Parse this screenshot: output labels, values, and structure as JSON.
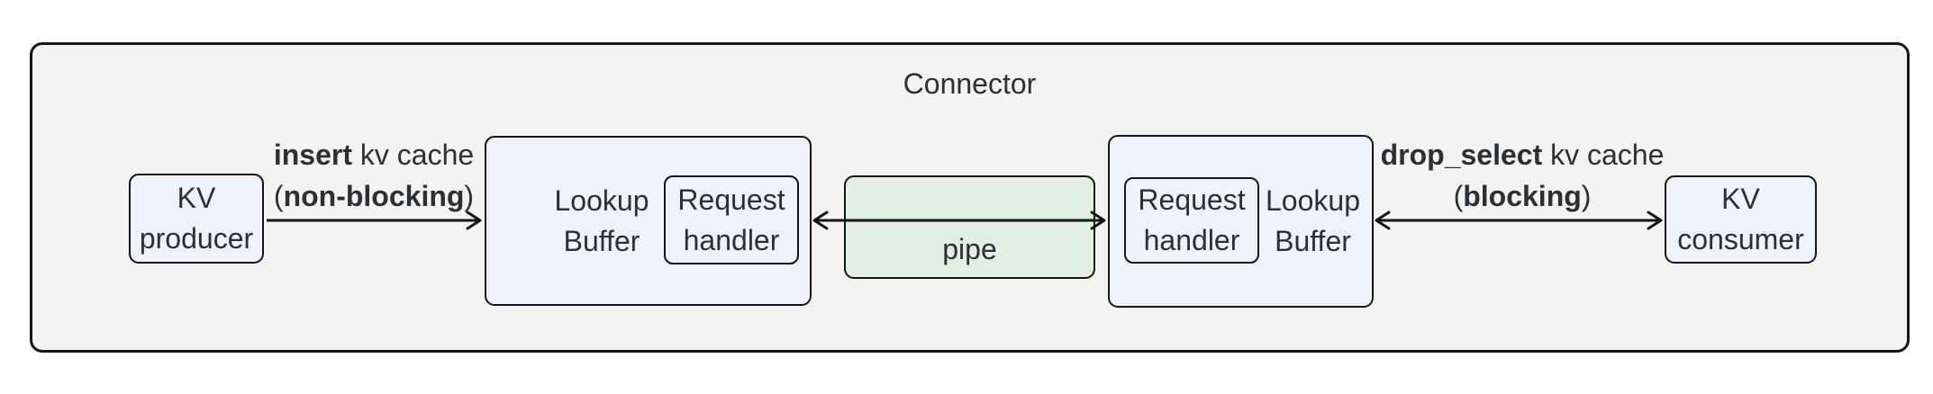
{
  "diagram": {
    "title": "Connector",
    "nodes": {
      "kv_producer": {
        "line1": "KV",
        "line2": "producer"
      },
      "lookup_buffer_left": {
        "line1": "Lookup",
        "line2": "Buffer"
      },
      "request_handler_left": {
        "line1": "Request",
        "line2": "handler"
      },
      "pipe": {
        "label": "pipe"
      },
      "request_handler_right": {
        "line1": "Request",
        "line2": "handler"
      },
      "lookup_buffer_right": {
        "line1": "Lookup",
        "line2": "Buffer"
      },
      "kv_consumer": {
        "line1": "KV",
        "line2": "consumer"
      }
    },
    "edges": {
      "insert": {
        "bold1": "insert",
        "rest1": " kv cache",
        "paren_open": "(",
        "bold2": "non-blocking",
        "paren_close": ")"
      },
      "drop_select": {
        "bold1": "drop_select",
        "rest1": " kv cache",
        "paren_open": "(",
        "bold2": "blocking",
        "paren_close": ")"
      }
    },
    "colors": {
      "canvas_background": "#ffffff",
      "container_fill": "#f3f3f2",
      "node_fill": "#eef2fb",
      "pipe_fill": "#e1f0e2",
      "stroke": "#151515",
      "text": "#2b2f36"
    }
  }
}
